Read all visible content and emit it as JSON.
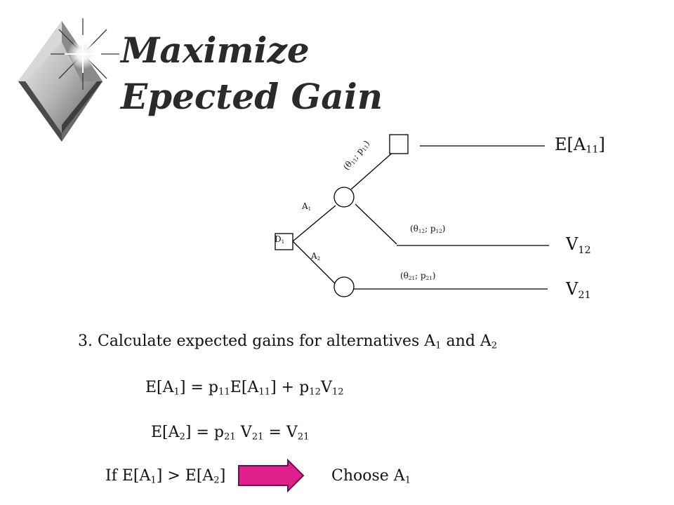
{
  "title": {
    "line1": "Maximize",
    "line2": "Epected Gain"
  },
  "icon": "diamond-starburst-bullet-icon",
  "tree": {
    "decision": {
      "letter": "D",
      "sub": "1"
    },
    "branch_a1": {
      "letter": "A",
      "sub": "1"
    },
    "branch_a2": {
      "letter": "A",
      "sub": "2"
    },
    "chance_11": {
      "open": "(θ",
      "sub1": "11",
      "mid": "; p",
      "sub2": "11",
      "close": ")"
    },
    "chance_12": {
      "open": "(θ",
      "sub1": "12",
      "mid": "; p",
      "sub2": "12",
      "close": ")"
    },
    "chance_21": {
      "open": "(θ",
      "sub1": "21",
      "mid": "; p",
      "sub2": "21",
      "close": ")"
    },
    "end_11": {
      "pre": "E[A",
      "sub": "11",
      "post": "]"
    },
    "end_12": {
      "letter": "V",
      "sub": "12"
    },
    "end_21": {
      "letter": "V",
      "sub": "21"
    }
  },
  "step": {
    "text": "3.  Calculate expected gains for alternatives A",
    "sub1": "1",
    "and": " and A",
    "sub2": "2"
  },
  "eq1": {
    "p1": "E[A",
    "s1": "1",
    "p2": "] = p",
    "s2": "11",
    "p3": "E[A",
    "s3": "11",
    "p4": "] + p",
    "s4": "12",
    "p5": "V",
    "s5": "12"
  },
  "eq2": {
    "p1": "E[A",
    "s1": "2",
    "p2": "] = p",
    "s2": "21",
    "p3": " V",
    "s3": "21",
    "p4": " = V",
    "s4": "21"
  },
  "decision_rule": {
    "if": "If E[A",
    "s1": "1",
    "mid": "] > E[A",
    "s2": "2",
    "end": "]",
    "choose": "Choose A",
    "s3": "1"
  },
  "colors": {
    "arrow_fill": "#e0208a",
    "arrow_stroke": "#6a1050",
    "title": "#2a2a2a",
    "line": "#000000"
  }
}
